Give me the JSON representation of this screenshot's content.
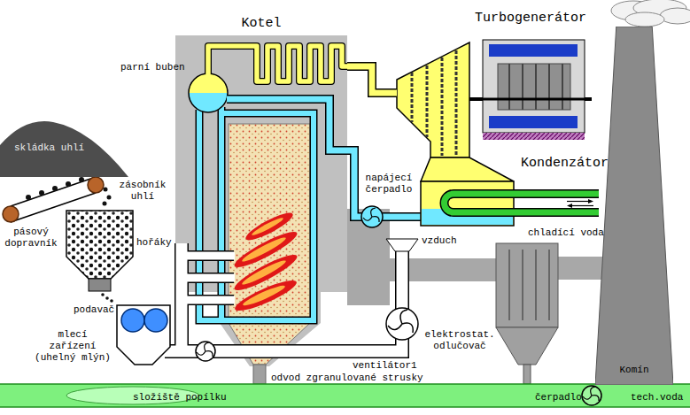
{
  "diagram": {
    "nodes": [
      {
        "text": [
          "Kotel"
        ]
      },
      {
        "text": [
          "Turbogenerátor"
        ]
      },
      {
        "text": [
          "skládka uhlí"
        ]
      },
      {
        "text": [
          "Komín"
        ]
      }
    ],
    "edges": [
      {
        "from": 0,
        "to": 1,
        "arrow": "none"
      }
    ],
    "labels": [
      "parní buben",
      "Kondenzátor",
      "napájecí čerpadlo",
      "zásobník uhlí",
      "pásový dopravník",
      "chladící voda",
      "vzduch",
      "hořáky",
      "podavač",
      "mlecí zařízení (uhelný mlýn)",
      "elektrostat. odlučovač",
      "ventilátor1",
      "odvod zgranulované strusky",
      "složiště popílku",
      "čerpadlo",
      "tech.voda"
    ]
  }
}
